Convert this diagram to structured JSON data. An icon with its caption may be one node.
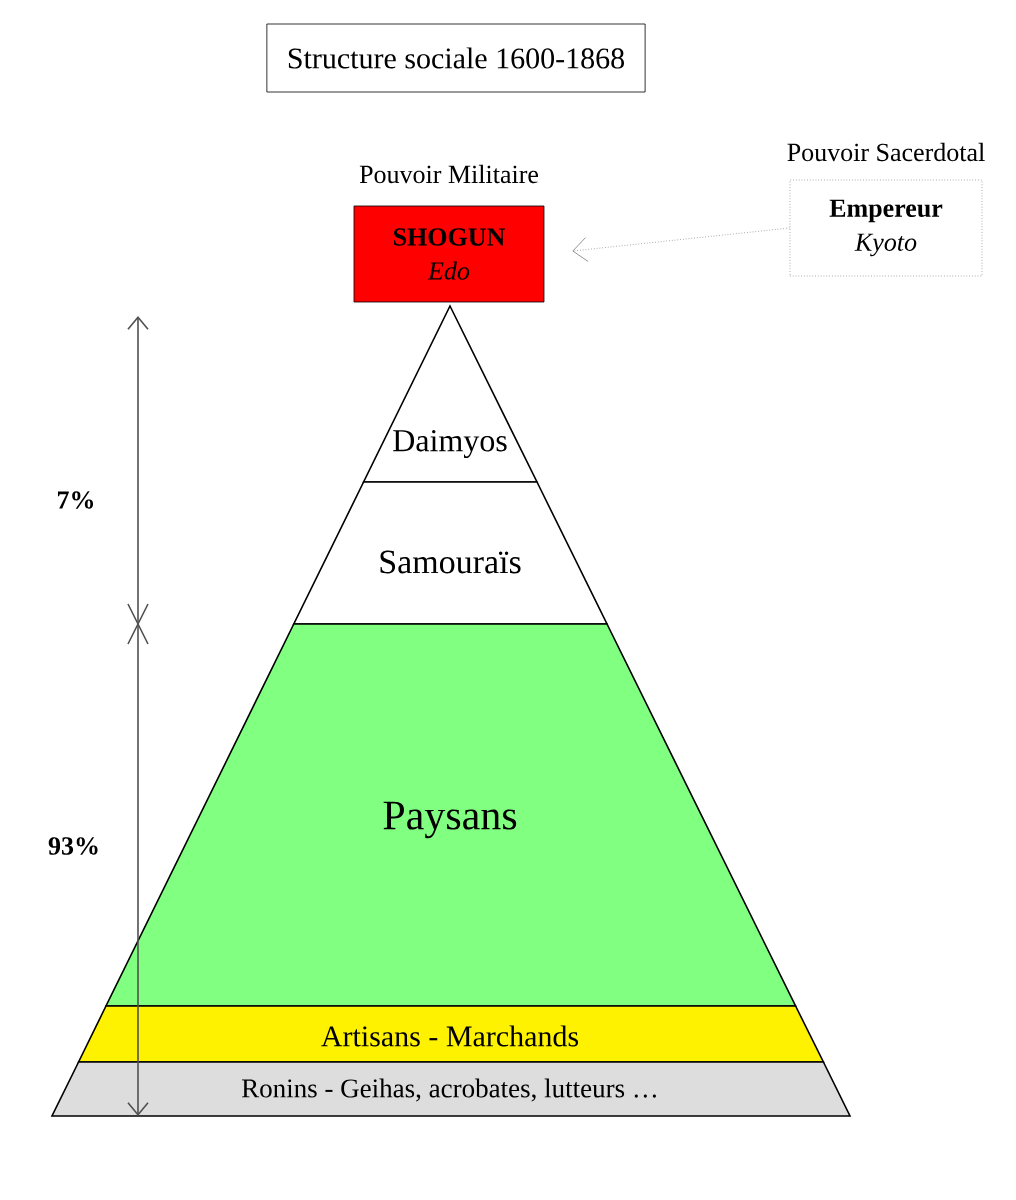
{
  "diagram": {
    "title": "Structure sociale 1600-1868",
    "nodes": [
      {
        "text": [
          "Pouvoir Militaire",
          "SHOGUN",
          "Edo"
        ]
      },
      {
        "text": [
          "Pouvoir Sacerdotal",
          "Empereur",
          "Kyoto"
        ]
      },
      {
        "text": [
          "Daimyos"
        ]
      },
      {
        "text": [
          "Samouraïs"
        ]
      },
      {
        "text": [
          "Paysans"
        ]
      },
      {
        "text": [
          "Artisans - Marchands"
        ]
      },
      {
        "text": [
          "Ronins - Geihas, acrobates, lutteurs …"
        ]
      }
    ],
    "edges": [
      {
        "from": 1,
        "to": 0,
        "arrow": "to",
        "style": "dashed"
      }
    ],
    "labels": [
      "7%",
      "93%"
    ]
  }
}
